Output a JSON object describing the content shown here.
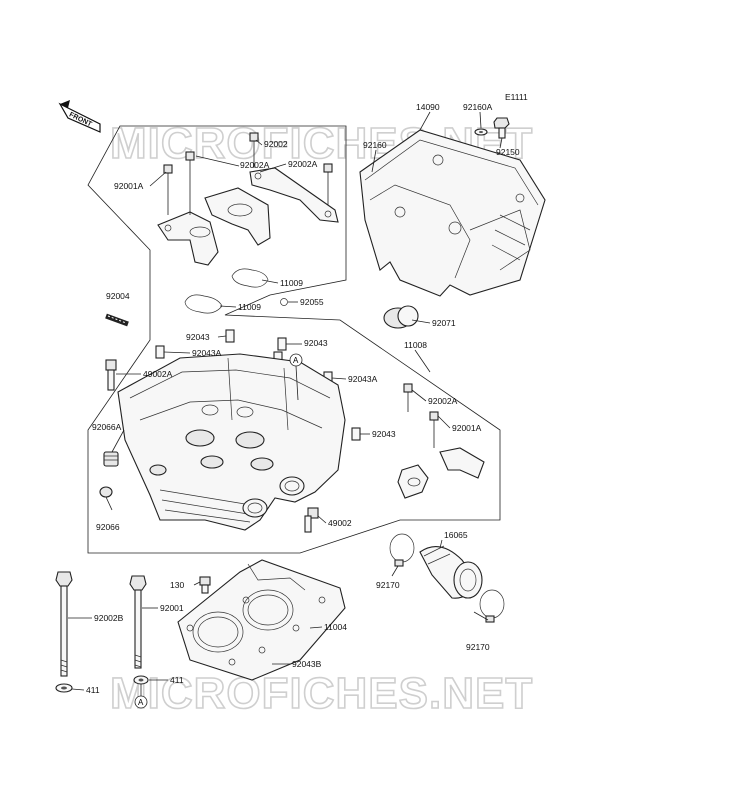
{
  "watermark": "MICROFICHES.NET",
  "diagram_code": "E1111",
  "front_label": "FRONT",
  "callouts": [
    {
      "id": "c14090",
      "text": "14090"
    },
    {
      "id": "c92160A",
      "text": "92160A"
    },
    {
      "id": "c92150",
      "text": "92150"
    },
    {
      "id": "c92160",
      "text": "92160"
    },
    {
      "id": "c92002_top",
      "text": "92002"
    },
    {
      "id": "c92002A_1",
      "text": "92002A"
    },
    {
      "id": "c92002A_2",
      "text": "92002A"
    },
    {
      "id": "c92001A_1",
      "text": "92001A"
    },
    {
      "id": "c11009_1",
      "text": "11009"
    },
    {
      "id": "c11009_2",
      "text": "11009"
    },
    {
      "id": "c92055",
      "text": "92055"
    },
    {
      "id": "c92004",
      "text": "92004"
    },
    {
      "id": "c92071",
      "text": "92071"
    },
    {
      "id": "c92043_1",
      "text": "92043"
    },
    {
      "id": "c92043A_1",
      "text": "92043A"
    },
    {
      "id": "c92043_2",
      "text": "92043"
    },
    {
      "id": "c11008",
      "text": "11008"
    },
    {
      "id": "c49002A",
      "text": "49002A"
    },
    {
      "id": "c92043A_2",
      "text": "92043A"
    },
    {
      "id": "c92002A_3",
      "text": "92002A"
    },
    {
      "id": "c92043_3",
      "text": "92043"
    },
    {
      "id": "c92001A_2",
      "text": "92001A"
    },
    {
      "id": "c92066A",
      "text": "92066A"
    },
    {
      "id": "c92066",
      "text": "92066"
    },
    {
      "id": "c49002",
      "text": "49002"
    },
    {
      "id": "c16065",
      "text": "16065"
    },
    {
      "id": "c130",
      "text": "130"
    },
    {
      "id": "c92170_1",
      "text": "92170"
    },
    {
      "id": "c92002B",
      "text": "92002B"
    },
    {
      "id": "c92001",
      "text": "92001"
    },
    {
      "id": "c11004",
      "text": "11004"
    },
    {
      "id": "c92170_2",
      "text": "92170"
    },
    {
      "id": "c92043B",
      "text": "92043B"
    },
    {
      "id": "c411_1",
      "text": "411"
    },
    {
      "id": "c411_2",
      "text": "411"
    }
  ],
  "ref_markers": [
    {
      "id": "refA1",
      "text": "A"
    },
    {
      "id": "refA2",
      "text": "A"
    }
  ]
}
